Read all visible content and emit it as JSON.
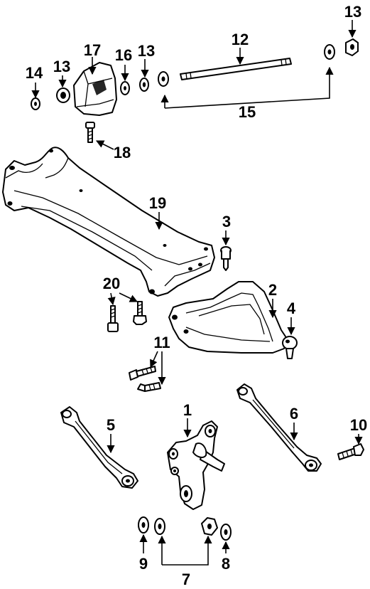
{
  "callouts": [
    {
      "id": "1",
      "label": "1"
    },
    {
      "id": "2",
      "label": "2"
    },
    {
      "id": "3",
      "label": "3"
    },
    {
      "id": "4",
      "label": "4"
    },
    {
      "id": "5",
      "label": "5"
    },
    {
      "id": "6",
      "label": "6"
    },
    {
      "id": "7",
      "label": "7"
    },
    {
      "id": "8",
      "label": "8"
    },
    {
      "id": "9",
      "label": "9"
    },
    {
      "id": "10",
      "label": "10"
    },
    {
      "id": "11",
      "label": "11"
    },
    {
      "id": "12",
      "label": "12"
    },
    {
      "id": "13a",
      "label": "13"
    },
    {
      "id": "13b",
      "label": "13"
    },
    {
      "id": "13c",
      "label": "13"
    },
    {
      "id": "14",
      "label": "14"
    },
    {
      "id": "15",
      "label": "15"
    },
    {
      "id": "16",
      "label": "16"
    },
    {
      "id": "17",
      "label": "17"
    },
    {
      "id": "18",
      "label": "18"
    },
    {
      "id": "19",
      "label": "19"
    },
    {
      "id": "20",
      "label": "20"
    }
  ]
}
